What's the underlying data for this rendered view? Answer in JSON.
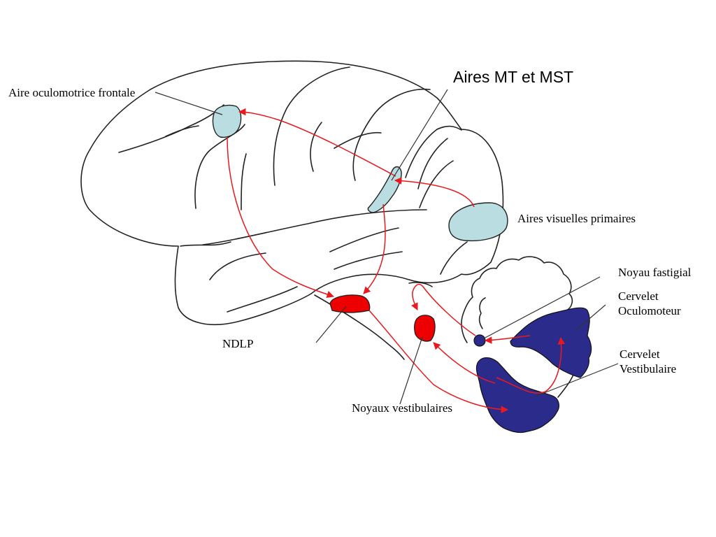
{
  "labels": {
    "frontal_eye_field": "Aire oculomotrice frontale",
    "mt_mst": "Aires MT et MST",
    "primary_visual": "Aires visuelles primaires",
    "ndlp": "NDLP",
    "vestibular_nuclei": "Noyaux vestibulaires",
    "fastigial_nucleus": "Noyau fastigial",
    "oculomotor_cerebellum_line1": "Cervelet",
    "oculomotor_cerebellum_line2": "Oculomoteur",
    "vestibular_cerebellum_line1": "Cervelet",
    "vestibular_cerebellum_line2": "Vestibulaire"
  },
  "colors": {
    "cortical_area": "#b9dde0",
    "nucleus": "#ee0000",
    "cerebellum": "#2b2b8c",
    "pathway": "#e8191f",
    "outline": "#222222"
  }
}
